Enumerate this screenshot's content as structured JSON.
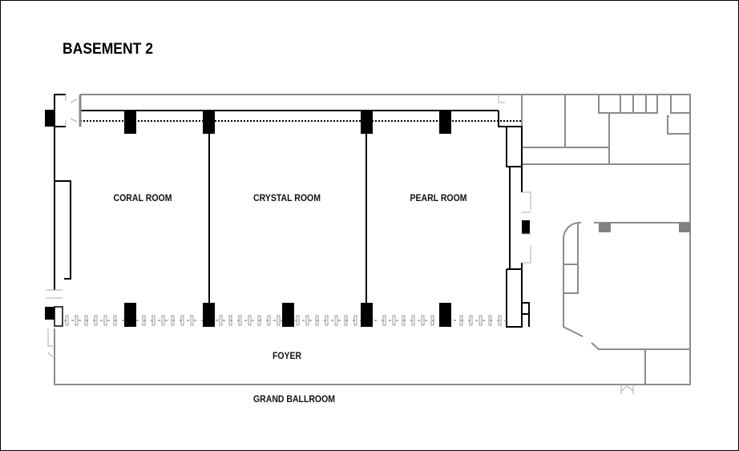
{
  "title": "BASEMENT 2",
  "rooms": {
    "coral": "CORAL ROOM",
    "crystal": "CRYSTAL ROOM",
    "pearl": "PEARL ROOM",
    "foyer": "FOYER",
    "grand_ballroom": "GRAND BALLROOM"
  },
  "colors": {
    "structure": "#000000",
    "building_outline": "#8c8c8c",
    "columns": "#000000",
    "gray_columns": "#808080"
  }
}
